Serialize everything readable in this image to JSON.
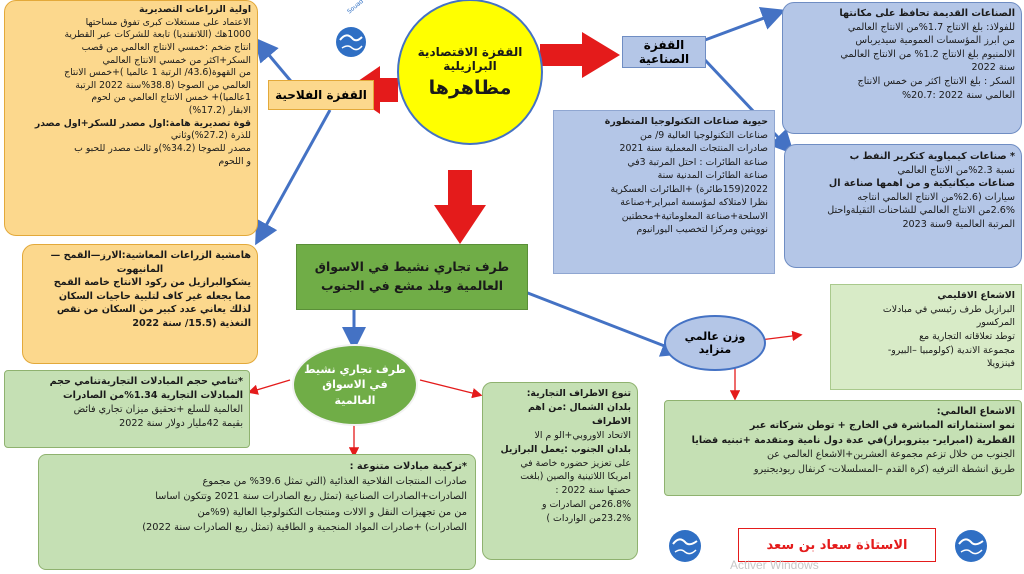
{
  "center": {
    "line1": "القفزة الاقتصادية",
    "line2": "البرازيلية",
    "line3": "مظاهرها"
  },
  "agri_title": "القفزة الفلاحية",
  "industry_title": "القفزة الصناعية",
  "trade_title": "طرف تجاري نشيط في الاسواق العالمية وبلد مشع في الجنوب",
  "trade_sub_title": "طرف تجاري نشيط في الاسواق العالمية",
  "weight_title": "وزن عالمي متزايد",
  "agri_exports": {
    "l1": "اولية الزراعات التصديرية",
    "l2": "الاعتماد على مستغلات كبرى تفوق مساحتها",
    "l3": "1000هك (اللاتفنديا) تابعة للشركات عبر القطرية",
    "l4": "انتاج ضخم :خمسي الانتاج العالمي من قصب",
    "l5": "السكر+اكثر من خمسي الانتاج العالمي",
    "l6": "من القهوة(43.6/ الرتبة 1 عالميا )+خمس الانتاج",
    "l7": "العالمي من الصوجا (38.8%سنة 2022 الرتبة",
    "l8": "1عالميا)+ خمس الانتاج العالمي من لحوم",
    "l9": "الابقار (17.2%)",
    "l10": "قوة تصديرية هامة:اول مصدر للسكر+اول مصدر",
    "l11": "للذرة (27.2%)وثاني",
    "l12": "مصدر للصوجا (34.2%)و ثالث مصدر للحبو ب",
    "l13": "و اللحوم"
  },
  "agri_subsistence": {
    "l1": "هامشية الزراعات المعاشية:الارز—القمح —",
    "l2": "المانيهوت",
    "l3": "يشكوالبرازيل من ركود الانتاج خاصة القمح",
    "l4": "مما يجعله غير كاف لتلبية حاجيات السكان",
    "l5": "لذلك يعاني عدد كبير من السكان من نقص",
    "l6": "التغذية (15.5/ سنة 2022"
  },
  "old_industries": {
    "l1": "الصناعات القديمة تحافظ على مكانتها",
    "l2": "للفولاذ: بلغ الانتاج 1.7%من الانتاج العالمي",
    "l3": "من ابرز المؤسسات العمومية سيديرباس",
    "l4": "الالمنيوم بلغ الانتاج 1.2% من الانتاج العالمي",
    "l5": "سنة 2022",
    "l6": "السكر : بلغ الانتاج اكثر من خمس الانتاج",
    "l7": "العالمي سنة 2022 :20.7%"
  },
  "chemical": {
    "l1": "* صناعات كيمياوية كتكرير النفط ب",
    "l2": "نسبة 2.3%من الانتاج العالمي",
    "l3": "صناعات ميكانيكية و من اهمها صناعة ال",
    "l4": "سيارات (2.6%من الانتاج العالمي انتاجه",
    "l5": "2.6%من الانتاج العالمي للشاحنات الثقيلةواحتل",
    "l6": "المرتبة العالمية 9سنة 2023"
  },
  "hightech": {
    "l1": "حيوية صناعات التكنولوجيا المتطورة",
    "l2": "صناعات التكنولوجيا العالية 9/ من",
    "l3": "صادرات المنتجات المعملية سنة 2021",
    "l4": "صناعة الطائرات : احتل المرتبة 3في",
    "l5": "صناعة الطائرات المدنية سنة",
    "l6": "2022(159طائرة) +الطائرات العسكرية",
    "l7": "نظرا لامتلاكه لمؤسسة امبراير+صناعة",
    "l8": "الاسلحة+صناعة المعلوماتية+محطتين",
    "l9": "نوويتين ومركزا لتخصيب اليورانيوم"
  },
  "trade_volume": {
    "l1": "*تنامي حجم المبادلات التجاريةتنامي حجم",
    "l2": "المبادلات التجارية 1.34%من الصادرات",
    "l3": "العالمية للسلع +تحقيق ميزان تجاري فائض",
    "l4": "بقيمة 42مليار دولار سنة 2022"
  },
  "partners": {
    "l1": "تنوع الاطراف التجارية:",
    "l2": "بلدان الشمال :من اهم الاطراف",
    "l3": "الاتحاد الاوروبي+الو م الا",
    "l4": "بلدان الجنوب :يعمل البرازيل",
    "l5": "على تعزيز حضوره خاصة في",
    "l6": "امريكا اللاتينية والصين (بلغت",
    "l7": "حصتها سنة 2022 :",
    "l8": "26.8%من الصادرات و",
    "l9": "23.2%من الواردات )"
  },
  "structure": {
    "l1": "*تركيبة مبادلات متنوعة :",
    "l2": "صادرات المنتجات الفلاحية الغذائية (التي تمثل 39.6% من مجموع",
    "l3": "الصادرات+الصادرات الصناعية (تمثل ربع الصادرات سنة 2021 وتتكون اساسا",
    "l4": "من من تجهيزات النقل و الالات ومنتجات التكنولوجيا العالية (9%من",
    "l5": "الصادرات) +صادرات المواد المنجمية و الطاقية (تمثل ربع الصادرات سنة 2022)"
  },
  "regional": {
    "l1": "الاشعاع الاقليمي",
    "l2": "البرازيل طرف رئيسي في مبادلات",
    "l3": "المركسور",
    "l4": "توطد تعلاقاته التجارية مع",
    "l5": "مجموعة الاندية (كولومبيا –البيرو-",
    "l6": "فينزويلا"
  },
  "global_influence": {
    "l1": "الاشعاع العالمي:",
    "l2": "نمو استثماراته المباشرة في الخارج + توطن شركاته عبر",
    "l3": "القطرية (امبراير- بيتروبراز)في عدة دول نامية ومتقدمة +تبنيه قضايا",
    "l4": "الجنوب من خلال تزعم مجموعة العشرين+الاشعاع العالمي عن",
    "l5": "طريق انشطة الترفيه (كرة القدم –المسلسلات- كرنفال ريوديجنيرو"
  },
  "author": "الاستاذة سعاد بن سعد",
  "logo_text": "Souad Ben Saad",
  "watermark": "Activer Windows",
  "colors": {
    "arrow_red": "#e41b1b",
    "arrow_blue": "#4472c4",
    "center_yellow": "#ffff00",
    "agri_orange": "#fcd88d",
    "industry_blue": "#b4c6e7",
    "trade_green": "#70ad47"
  }
}
